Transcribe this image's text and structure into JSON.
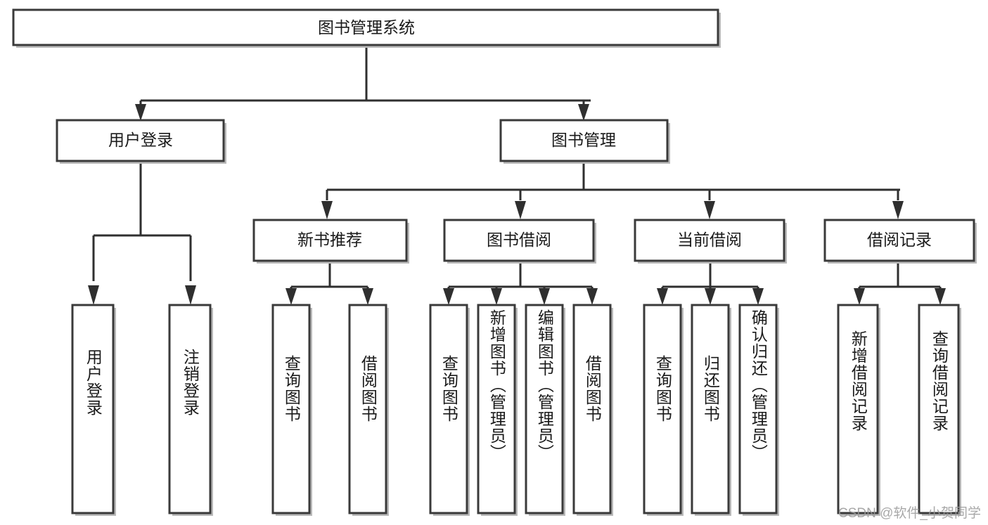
{
  "diagram": {
    "title": "图书管理系统",
    "type": "hierarchy-tree",
    "root": {
      "id": "root",
      "label": "图书管理系统",
      "orientation": "horizontal"
    },
    "level1": [
      {
        "id": "user-login",
        "label": "用户登录",
        "orientation": "horizontal"
      },
      {
        "id": "book-management",
        "label": "图书管理",
        "orientation": "horizontal"
      }
    ],
    "level2": [
      {
        "id": "new-book-recommend",
        "label": "新书推荐",
        "parent": "book-management",
        "orientation": "horizontal"
      },
      {
        "id": "book-borrow",
        "label": "图书借阅",
        "parent": "book-management",
        "orientation": "horizontal"
      },
      {
        "id": "current-borrow",
        "label": "当前借阅",
        "parent": "book-management",
        "orientation": "horizontal"
      },
      {
        "id": "borrow-record",
        "label": "借阅记录",
        "parent": "book-management",
        "orientation": "horizontal"
      }
    ],
    "leaves": [
      {
        "id": "leaf-user-login",
        "label": "用户登录",
        "parent": "user-login",
        "orientation": "vertical"
      },
      {
        "id": "leaf-logout",
        "label": "注销登录",
        "parent": "user-login",
        "orientation": "vertical"
      },
      {
        "id": "leaf-query-book-1",
        "label": "查询图书",
        "parent": "new-book-recommend",
        "orientation": "vertical"
      },
      {
        "id": "leaf-borrow-book-1",
        "label": "借阅图书",
        "parent": "new-book-recommend",
        "orientation": "vertical"
      },
      {
        "id": "leaf-query-book-2",
        "label": "查询图书",
        "parent": "book-borrow",
        "orientation": "vertical"
      },
      {
        "id": "leaf-add-book",
        "label": "新增图书（管理员）",
        "parent": "book-borrow",
        "orientation": "vertical"
      },
      {
        "id": "leaf-edit-book",
        "label": "编辑图书（管理员）",
        "parent": "book-borrow",
        "orientation": "vertical"
      },
      {
        "id": "leaf-borrow-book-2",
        "label": "借阅图书",
        "parent": "book-borrow",
        "orientation": "vertical"
      },
      {
        "id": "leaf-query-book-3",
        "label": "查询图书",
        "parent": "current-borrow",
        "orientation": "vertical"
      },
      {
        "id": "leaf-return-book",
        "label": "归还图书",
        "parent": "current-borrow",
        "orientation": "vertical"
      },
      {
        "id": "leaf-confirm-return",
        "label": "确认归还（管理员）",
        "parent": "current-borrow",
        "orientation": "vertical"
      },
      {
        "id": "leaf-add-record",
        "label": "新增借阅记录",
        "parent": "borrow-record",
        "orientation": "vertical"
      },
      {
        "id": "leaf-query-record",
        "label": "查询借阅记录",
        "parent": "borrow-record",
        "orientation": "vertical"
      }
    ],
    "colors": {
      "box_fill": "#ffffff",
      "box_stroke": "#3a3a3a",
      "connector": "#2f2f2f",
      "text": "#1a1a1a",
      "watermark": "#9a9a9a",
      "background": "#ffffff"
    }
  },
  "watermark": {
    "text": "CSDN @软件_小贺同学"
  }
}
